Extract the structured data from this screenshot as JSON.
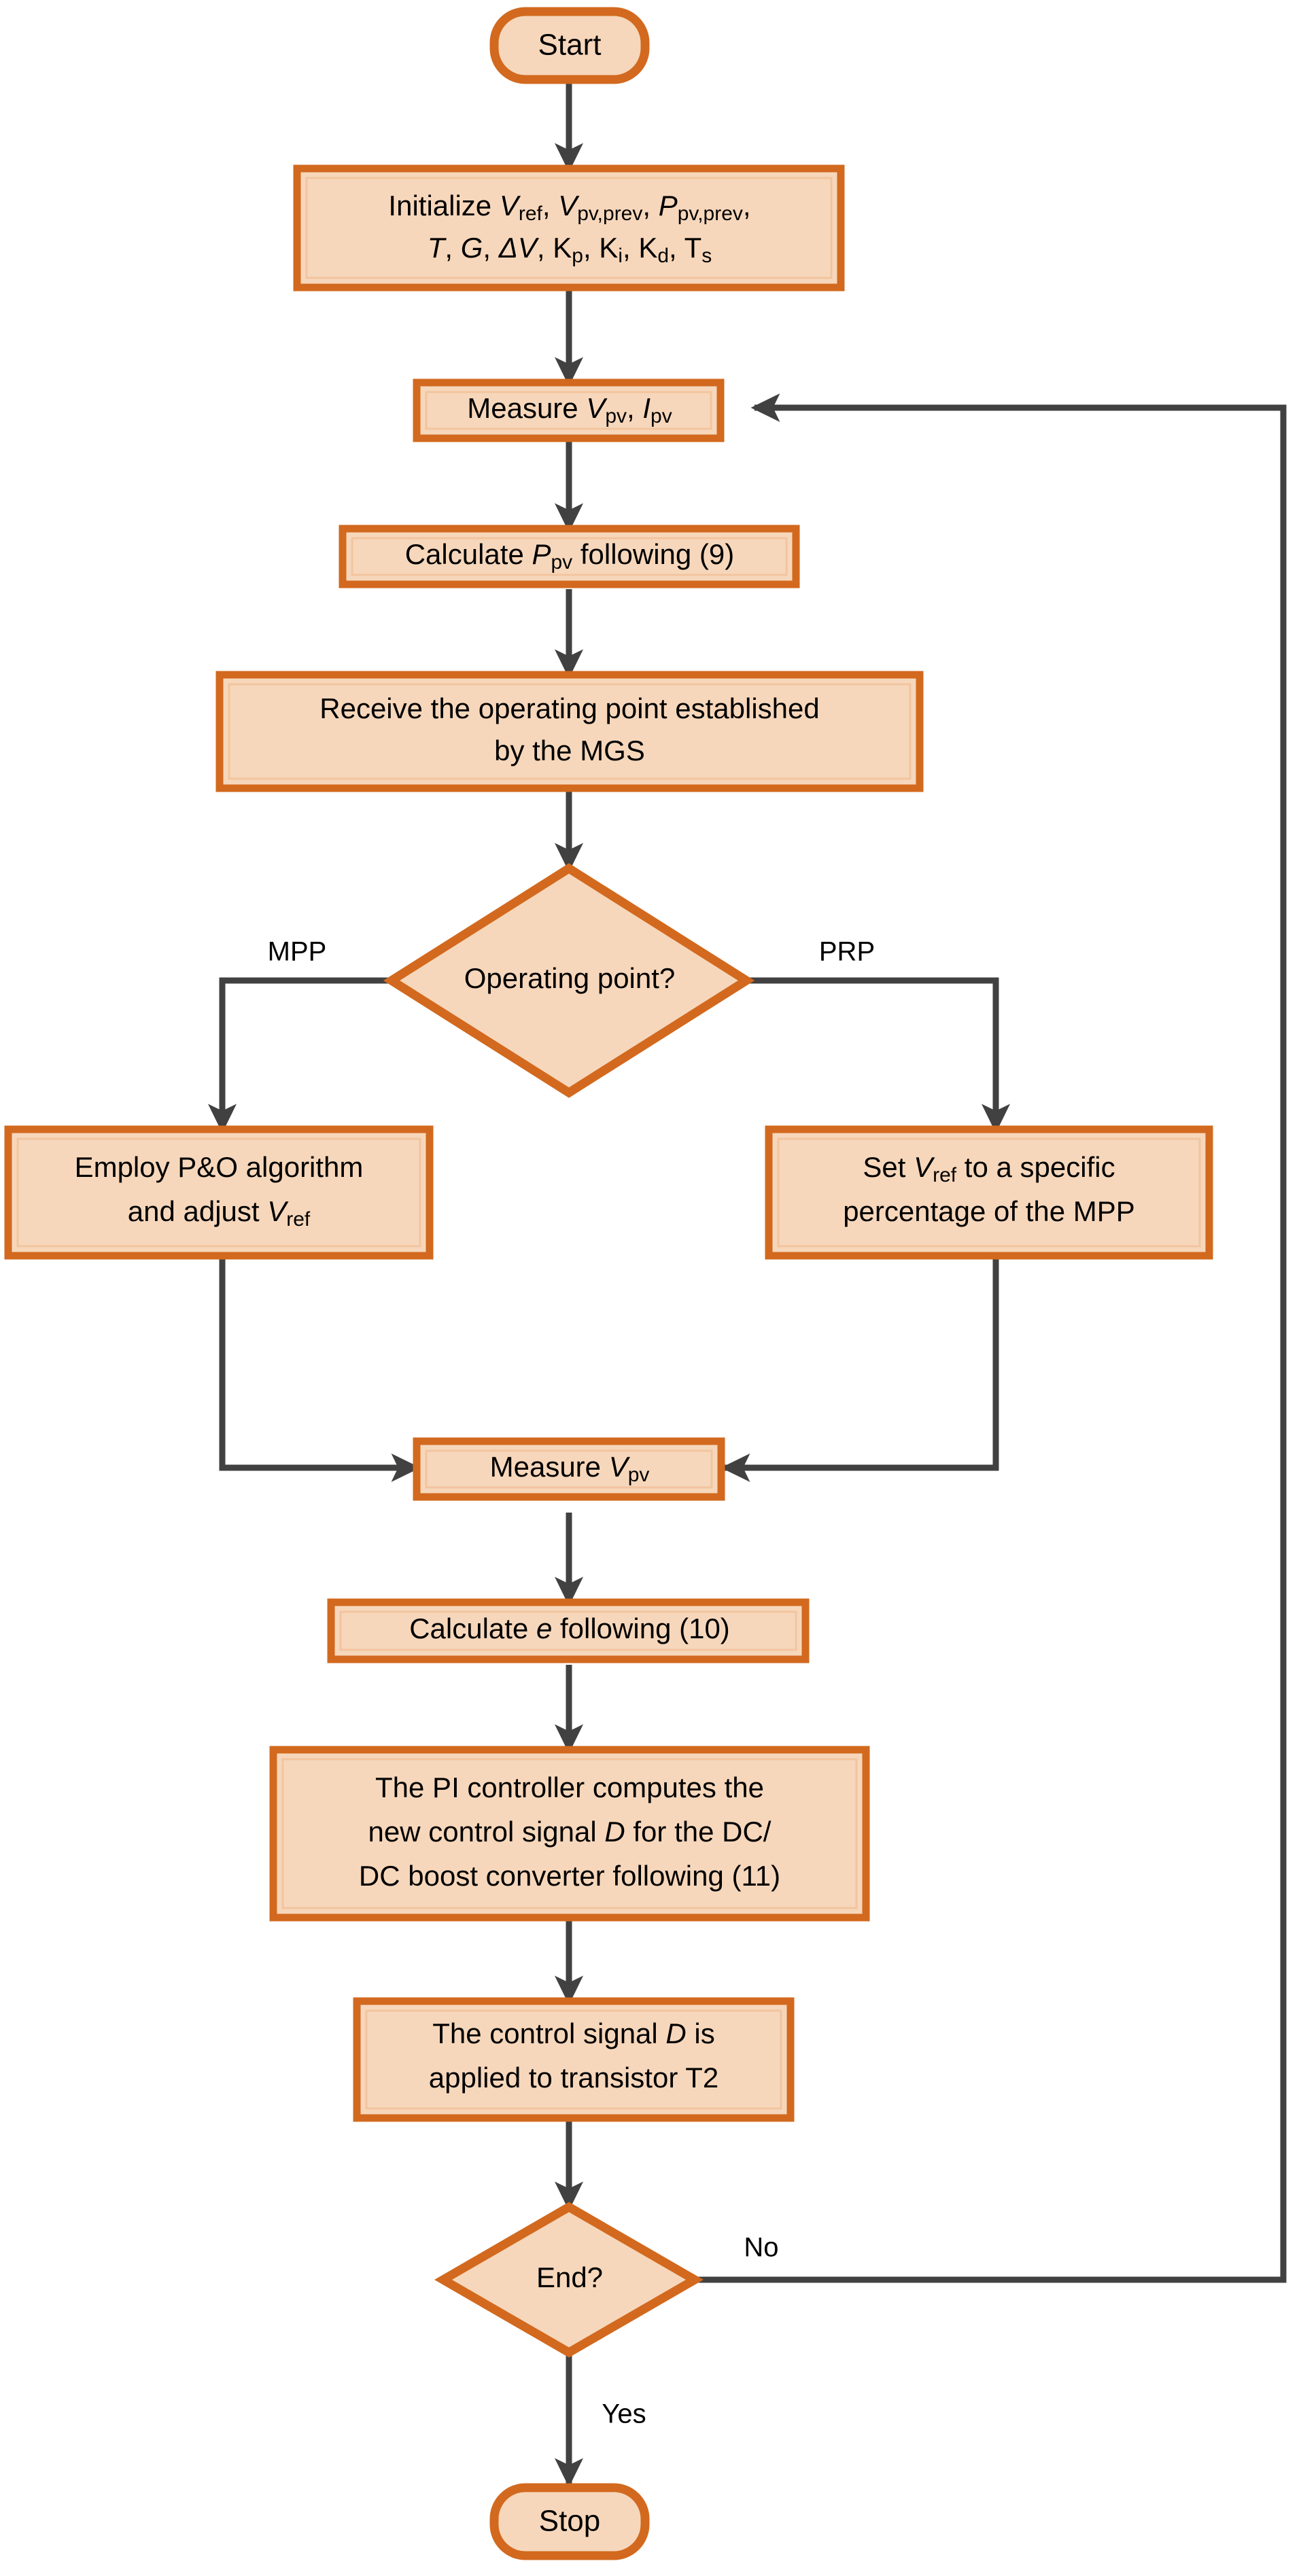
{
  "diagram": {
    "title": "MPPT PI control flowchart",
    "colors": {
      "node_fill": "#f7d7bb",
      "node_border": "#d2691e",
      "connector": "#414141",
      "text": "#000000",
      "background": "#ffffff"
    }
  },
  "nodes": {
    "start": {
      "label": "Start",
      "type": "terminal"
    },
    "initialize": {
      "type": "process",
      "line1_prefix": "Initialize ",
      "line1_vars": [
        {
          "base": "V",
          "sub": "ref",
          "italic": true
        },
        {
          "base": "V",
          "sub": "pv,prev",
          "italic": true
        },
        {
          "base": "P",
          "sub": "pv,prev",
          "italic": true
        }
      ],
      "line2_vars": [
        {
          "base": "T",
          "sub": "",
          "italic": true
        },
        {
          "base": "G",
          "sub": "",
          "italic": true
        },
        {
          "base": "ΔV",
          "sub": "",
          "italic": true
        },
        {
          "base": "K",
          "sub": "p",
          "italic": false
        },
        {
          "base": "K",
          "sub": "i",
          "italic": false
        },
        {
          "base": "K",
          "sub": "d",
          "italic": false
        },
        {
          "base": "T",
          "sub": "s",
          "italic": false
        }
      ],
      "plain_text": "Initialize Vref, Vpv,prev, Ppv,prev, T, G, ΔV, Kp, Ki, Kd, Ts"
    },
    "measure_v_i": {
      "type": "process",
      "prefix": "Measure ",
      "vars": [
        {
          "base": "V",
          "sub": "pv",
          "italic": true
        },
        {
          "base": "I",
          "sub": "pv",
          "italic": true
        }
      ],
      "plain_text": "Measure Vpv, Ipv"
    },
    "calculate_p": {
      "type": "process",
      "prefix": "Calculate ",
      "var": {
        "base": "P",
        "sub": "pv",
        "italic": true
      },
      "suffix": " following (9)",
      "plain_text": "Calculate Ppv following (9)"
    },
    "receive_op": {
      "type": "process",
      "line1": "Receive the operating point established",
      "line2": "by the MGS",
      "plain_text": "Receive the operating point established by the MGS"
    },
    "operating_point": {
      "type": "decision",
      "label": "Operating point?",
      "branch_left": "MPP",
      "branch_right": "PRP"
    },
    "employ_po": {
      "type": "process",
      "line1": "Employ P&O algorithm",
      "line2_prefix": "and adjust ",
      "line2_var": {
        "base": "V",
        "sub": "ref",
        "italic": true
      },
      "plain_text": "Employ P&O algorithm and adjust Vref"
    },
    "set_vref": {
      "type": "process",
      "line1_prefix": "Set ",
      "line1_var": {
        "base": "V",
        "sub": "ref",
        "italic": true
      },
      "line1_suffix": " to a specific",
      "line2": "percentage of the MPP",
      "plain_text": "Set Vref to a specific percentage of the MPP"
    },
    "measure_v": {
      "type": "process",
      "prefix": "Measure ",
      "var": {
        "base": "V",
        "sub": "pv",
        "italic": true
      },
      "plain_text": "Measure Vpv"
    },
    "calculate_e": {
      "type": "process",
      "prefix": "Calculate ",
      "var": {
        "base": "e",
        "sub": "",
        "italic": true
      },
      "suffix": " following (10)",
      "plain_text": "Calculate e following (10)"
    },
    "pi_controller": {
      "type": "process",
      "line1": "The PI controller computes the",
      "line2_prefix": "new control signal ",
      "line2_var": {
        "base": "D",
        "sub": "",
        "italic": true
      },
      "line2_suffix": " for the DC/",
      "line3": "DC boost converter following (11)",
      "plain_text": "The PI controller computes the new control signal D for the DC/DC boost converter following (11)"
    },
    "apply_signal": {
      "type": "process",
      "line1_prefix": "The control signal ",
      "line1_var": {
        "base": "D",
        "sub": "",
        "italic": true
      },
      "line1_suffix": " is",
      "line2": "applied to transistor T2",
      "plain_text": "The control signal D is applied to transistor T2"
    },
    "end_decision": {
      "type": "decision",
      "label": "End?",
      "branch_right": "No",
      "branch_down": "Yes"
    },
    "stop": {
      "label": "Stop",
      "type": "terminal"
    }
  },
  "edge_labels": {
    "mpp": "MPP",
    "prp": "PRP",
    "no": "No",
    "yes": "Yes"
  }
}
